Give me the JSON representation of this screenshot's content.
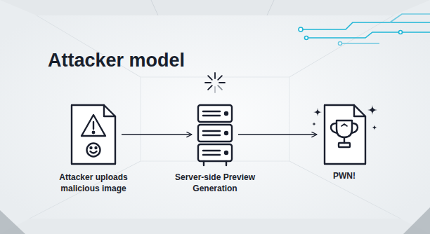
{
  "diagram": {
    "title": "Attacker model",
    "nodes": [
      {
        "text": [
          "Attacker uploads malicious image"
        ]
      },
      {
        "text": [
          "Server-side Preview Generation"
        ]
      },
      {
        "text": [
          "PWN!"
        ]
      }
    ],
    "edges": [
      {
        "from": 0,
        "to": 1,
        "arrow": "to"
      },
      {
        "from": 1,
        "to": 2,
        "arrow": "to"
      }
    ]
  }
}
